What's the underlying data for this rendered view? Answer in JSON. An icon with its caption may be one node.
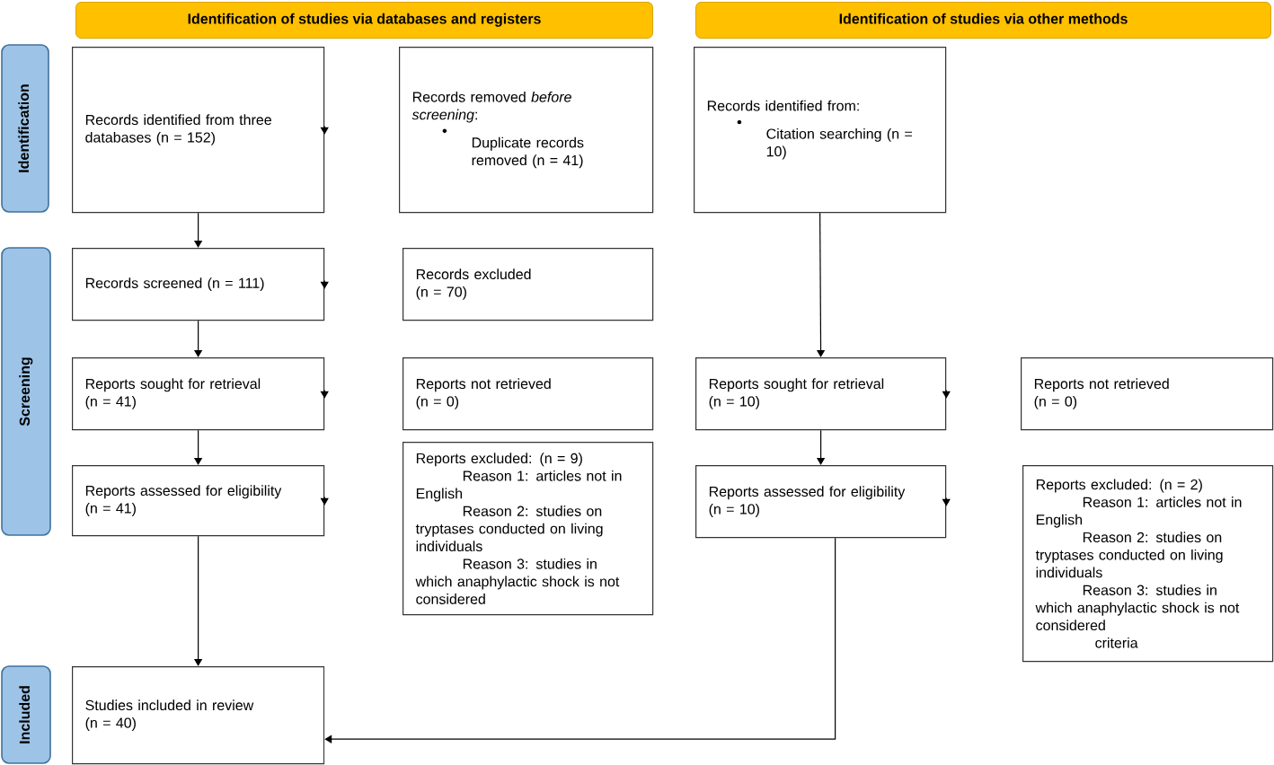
{
  "diagram": {
    "nodes": [
      {
        "text": [
          "Identification of studies via databases and registers"
        ]
      },
      {
        "text": [
          "Identification of studies via other methods"
        ]
      },
      {
        "text": [
          "Identification"
        ]
      },
      {
        "text": [
          "Records identified from three databases (n = 152)"
        ]
      },
      {
        "text": [
          "Records removed *before screening*:",
          "Duplicate records removed (n = 41)"
        ]
      },
      {
        "text": [
          "Records identified from:",
          "Citation searching (n = 10)"
        ]
      },
      {
        "text": [
          "Screening"
        ]
      },
      {
        "text": [
          "Records screened (n = 111)"
        ]
      },
      {
        "text": [
          "Records excluded (n = 70)"
        ]
      },
      {
        "text": [
          "Reports sought for retrieval (n = 41)"
        ]
      },
      {
        "text": [
          "Reports not retrieved (n = 0)"
        ]
      },
      {
        "text": [
          "Reports sought for retrieval (n = 10)"
        ]
      },
      {
        "text": [
          "Reports not retrieved (n = 0)"
        ]
      },
      {
        "text": [
          "Reports assessed for eligibility (n = 41)"
        ]
      },
      {
        "text": [
          "Reports excluded: (n = 9)",
          "Reason 1: articles not in English",
          "Reason 2: studies on tryptases conducted on living individuals",
          "Reason 3: studies in which anaphylactic shock is not considered"
        ]
      },
      {
        "text": [
          "Reports assessed for eligibility (n = 10)"
        ]
      },
      {
        "text": [
          "Reports excluded: (n = 2)",
          "Reason 1: articles not in English",
          "Reason 2: studies on tryptases conducted on living individuals",
          "Reason 3: studies in which anaphylactic shock is not considered",
          "criteria"
        ]
      },
      {
        "text": [
          "Included"
        ]
      },
      {
        "text": [
          "Studies included in review (n = 40)"
        ]
      }
    ],
    "edges": [
      {
        "from": 3,
        "to": 7,
        "arrow": "to"
      },
      {
        "from": 7,
        "to": 9,
        "arrow": "to"
      },
      {
        "from": 9,
        "to": 13,
        "arrow": "to"
      },
      {
        "from": 13,
        "to": 18,
        "arrow": "to"
      },
      {
        "from": 5,
        "to": 11,
        "arrow": "to"
      },
      {
        "from": 11,
        "to": 15,
        "arrow": "to"
      },
      {
        "from": 15,
        "to": 18,
        "arrow": "to"
      },
      {
        "from": 3,
        "to": null,
        "arrow": "to"
      },
      {
        "from": 7,
        "to": null,
        "arrow": "to"
      },
      {
        "from": 9,
        "to": null,
        "arrow": "to"
      },
      {
        "from": 13,
        "to": null,
        "arrow": "to"
      },
      {
        "from": 11,
        "to": null,
        "arrow": "to"
      },
      {
        "from": 15,
        "to": null,
        "arrow": "to"
      }
    ]
  }
}
